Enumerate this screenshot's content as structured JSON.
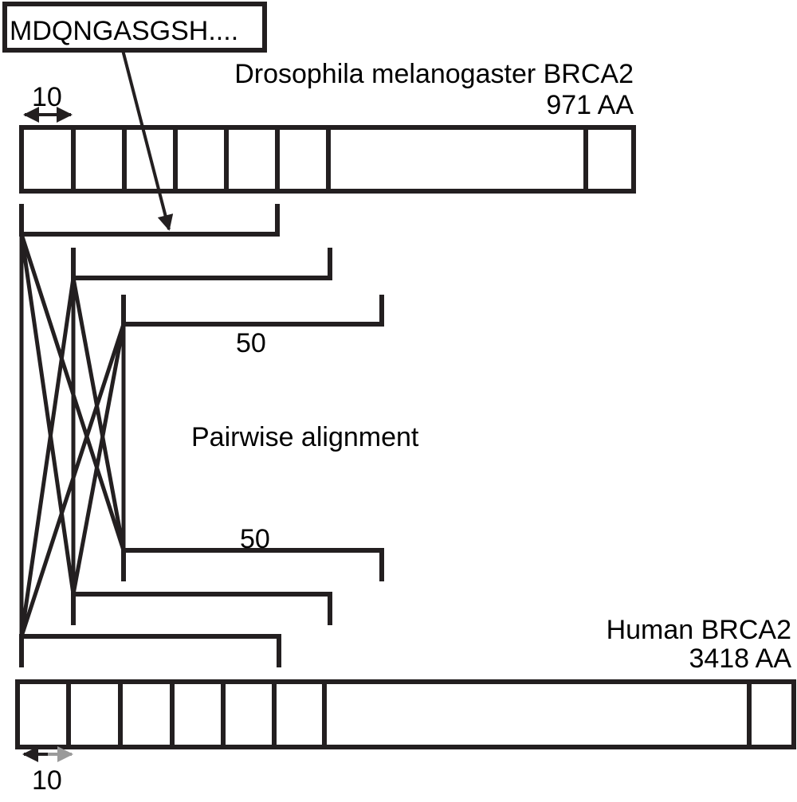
{
  "seq_box": {
    "text": "MDQNGASGSH...."
  },
  "top_protein": {
    "name": "Drosophila melanogaster BRCA2",
    "length": "971 AA"
  },
  "bottom_protein": {
    "name": "Human BRCA2",
    "length": "3418 AA"
  },
  "scale": {
    "top": "10",
    "bottom": "10"
  },
  "windows": {
    "top_label": "50",
    "bottom_label": "50"
  },
  "center": {
    "label": "Pairwise alignment"
  },
  "colors": {
    "ink": "#231f20",
    "arrow_grey": "#9a9a9a"
  }
}
